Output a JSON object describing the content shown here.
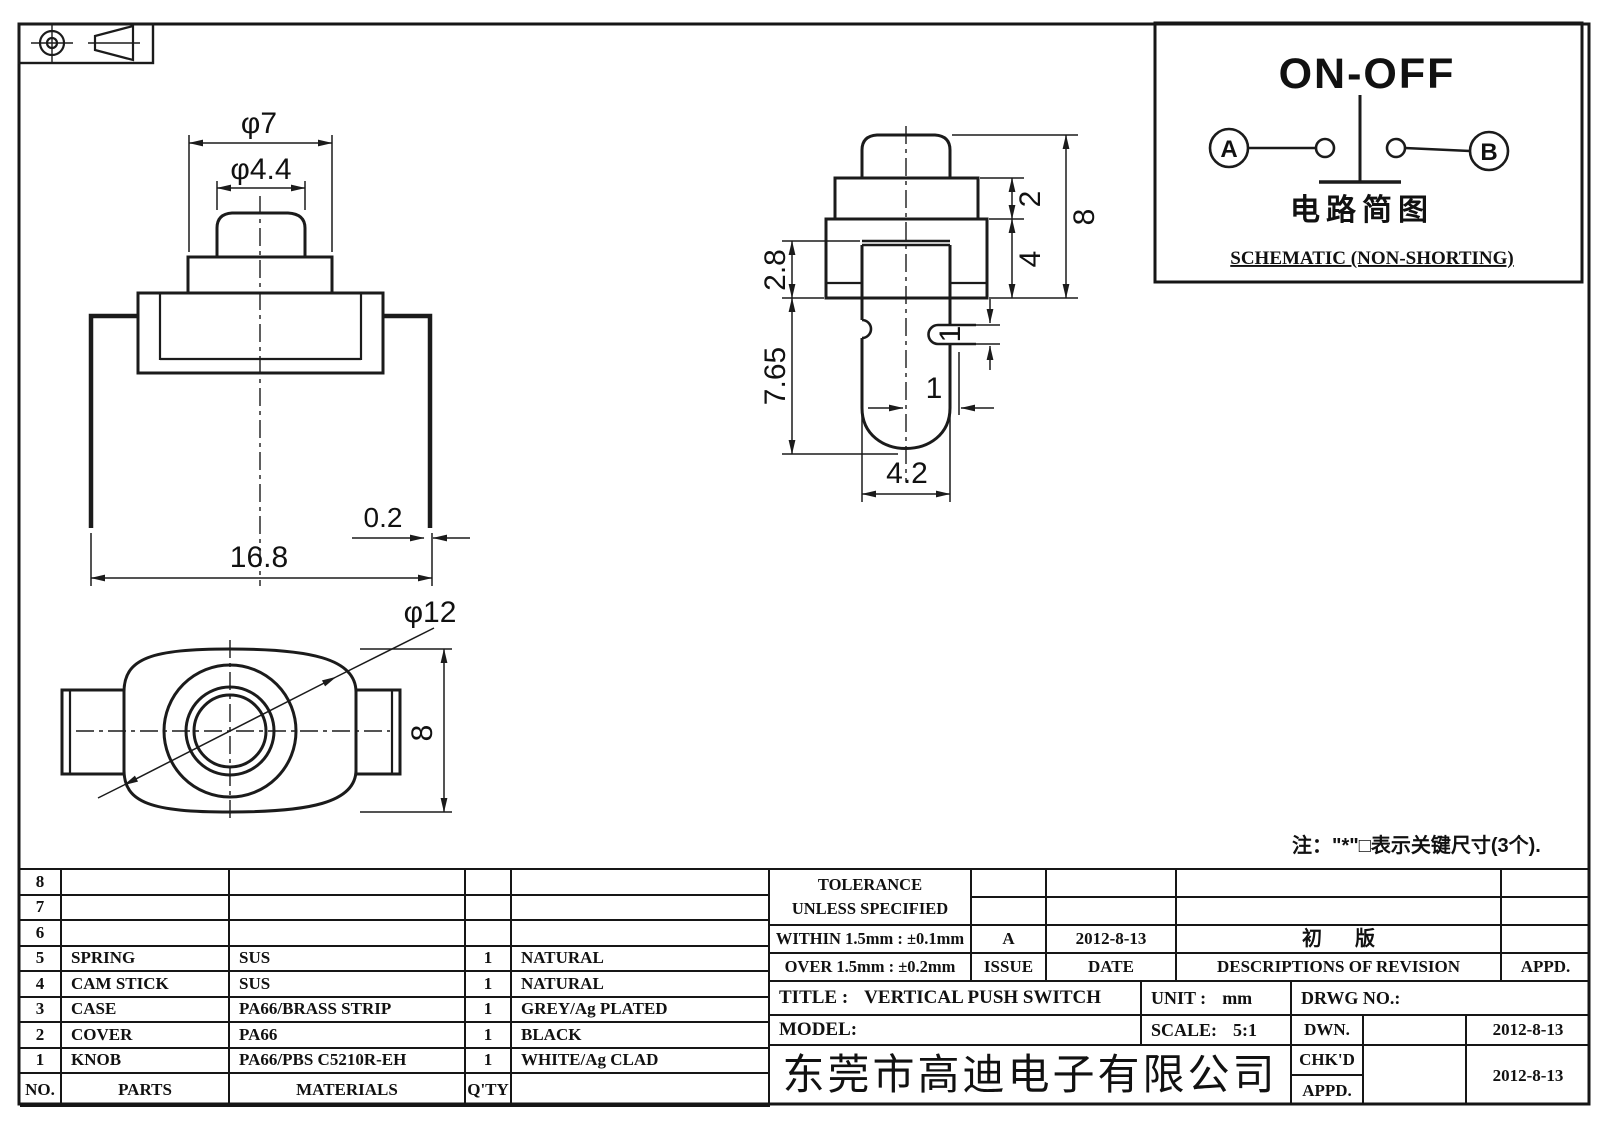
{
  "note": "注：\"*\"□表示关键尺寸(3个).",
  "company": "东莞市高迪电子有限公司",
  "schematic": {
    "title": "ON-OFF",
    "terminal_a": "A",
    "terminal_b": "B",
    "caption_cn": "电路简图",
    "caption_en": "SCHEMATIC (NON-SHORTING)"
  },
  "dims": {
    "front_dia_outer": "φ7",
    "front_dia_inner": "φ4.4",
    "front_lead_thickness": "0.2",
    "front_span": "16.8",
    "side_upper": "2.8",
    "side_lower": "7.65",
    "side_step": "2",
    "side_body": "4",
    "side_total": "8",
    "side_slot_offset": "1",
    "side_slot_height": "1",
    "side_tube_width": "4.2",
    "bottom_dia": "φ12",
    "bottom_height": "8"
  },
  "parts_table": {
    "headers": {
      "no": "NO.",
      "parts": "PARTS",
      "materials": "MATERIALS",
      "qty": "Q'TY",
      "color": ""
    },
    "rows": [
      {
        "no": "8",
        "part": "",
        "material": "",
        "qty": "",
        "color": ""
      },
      {
        "no": "7",
        "part": "",
        "material": "",
        "qty": "",
        "color": ""
      },
      {
        "no": "6",
        "part": "",
        "material": "",
        "qty": "",
        "color": ""
      },
      {
        "no": "5",
        "part": "SPRING",
        "material": "SUS",
        "qty": "1",
        "color": "NATURAL"
      },
      {
        "no": "4",
        "part": "CAM STICK",
        "material": "SUS",
        "qty": "1",
        "color": "NATURAL"
      },
      {
        "no": "3",
        "part": "CASE",
        "material": "PA66/BRASS STRIP",
        "qty": "1",
        "color": "GREY/Ag PLATED"
      },
      {
        "no": "2",
        "part": "COVER",
        "material": "PA66",
        "qty": "1",
        "color": "BLACK"
      },
      {
        "no": "1",
        "part": "KNOB",
        "material": "PA66/PBS C5210R-EH",
        "qty": "1",
        "color": "WHITE/Ag CLAD"
      }
    ]
  },
  "tolerance": {
    "line1": "TOLERANCE",
    "line2": "UNLESS  SPECIFIED",
    "within": "WITHIN  1.5mm : ±0.1mm",
    "over": "OVER  1.5mm : ±0.2mm"
  },
  "revision": {
    "issue_value": "A",
    "date_value": "2012-8-13",
    "desc_value": "初  版",
    "issue_label": "ISSUE",
    "date_label": "DATE",
    "desc_label": "DESCRIPTIONS  OF  REVISION",
    "appd_label": "APPD."
  },
  "title_block": {
    "title_label": "TITLE :",
    "title_value": "VERTICAL PUSH SWITCH",
    "unit_label": "UNIT :",
    "unit_value": "mm",
    "drwg_label": "DRWG NO.:",
    "model_label": "MODEL:",
    "scale_label": "SCALE:",
    "scale_value": "5:1",
    "dwn_label": "DWN.",
    "dwn_date": "2012-8-13",
    "chkd_label": "CHK'D",
    "appd_label": "APPD.",
    "chkd_appd_date": "2012-8-13"
  }
}
